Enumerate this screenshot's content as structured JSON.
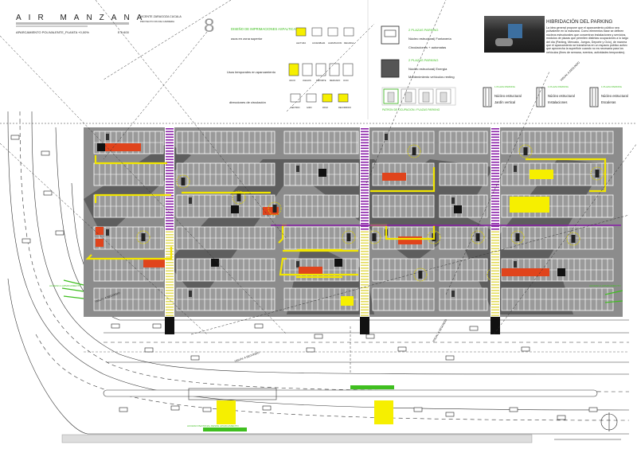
{
  "header": {
    "title": "AIR MANZANA",
    "subtitle": "APARCAMIENTO POLIVALENTE_PLANTA +0,00%",
    "scale": "E:1/400",
    "author": "VICENTE ZARAGOZA CUCALA",
    "author_sub": "PROYECTO FIN DE CARRERA",
    "sheet_number": "8"
  },
  "legend_middle": {
    "title": "DISEÑO DE IMPRIMACIONES ASFALTICAS",
    "rows": [
      {
        "label": "usos en zona superior",
        "items": [
          "LECTURA",
          "ACCESIBLES",
          "AGRUPACION",
          "RECARGA"
        ]
      },
      {
        "label": "Usos temporales en aparcamiento",
        "items": [
          "VACIO",
          "JUEGOS",
          "DEPORTE",
          "MERCADO",
          "OCIO"
        ]
      },
      {
        "label": "direcciones de circulación",
        "items": [
          "SENTIDO",
          "GIRO",
          "PASO",
          "RECORRIDO"
        ]
      }
    ]
  },
  "modules": [
    {
      "title": "2 PLAZAS PARKING",
      "line1": "Núcleo estructural| Fontanería",
      "line2": "Circulaciones + automatas"
    },
    {
      "title": "2 PLAZAS PARKING",
      "line1": "Núcleo estructural| Energía",
      "line2": "Mantenimiento vehículos renting"
    }
  ],
  "pattern_label": "PATRON DE OCUPACION / PLAZAS PARKING",
  "hibridacion": {
    "title": "HIBRIDACIÓN DEL PARKING",
    "text": "La idea general propone que el aparcamiento público sea polivalente en la manzana. Como elementos base se definen núcleos estructurales que concentran instalaciones y servicios, módulos de plazas que permiten distintas ocupaciones a lo largo del día (Parking, Mercado, Juegos, Deporte y Ocio), de manera que el aparcamiento se transforma en un espacio público activo que aprovecha la superficie cuando no es necesaria para los vehículos (fines de semana, eventos, actividades temporales)."
  },
  "single_modules": [
    {
      "title": "1 PLAZA PARKING",
      "line1": "Núcleo estructural",
      "line2": "Jardín vertical"
    },
    {
      "title": "1 PLAZA PARKING",
      "line1": "Núcleo estructural",
      "line2": "Instalaciones"
    },
    {
      "title": "1 PLAZA PARKING",
      "line1": "Núcleo estructural",
      "line2": "Escaleras"
    }
  ],
  "plan_labels": {
    "visual": "VISUAL A SEGUNDO",
    "access_left": "ACCESO A APARCAMIENTO",
    "access_bottom": "ACCESO PEATONAL DESDE APARCAMIENTO",
    "access_right": "ACCESO A APARCAMIENTO"
  },
  "colors": {
    "asphalt": "#8c8c8c",
    "dark_zone": "#5e5e5e",
    "path": "#f2e600",
    "crossing": "#8a1fa8",
    "use_zone": "#e0441c",
    "accent": "#3fbf1f"
  }
}
